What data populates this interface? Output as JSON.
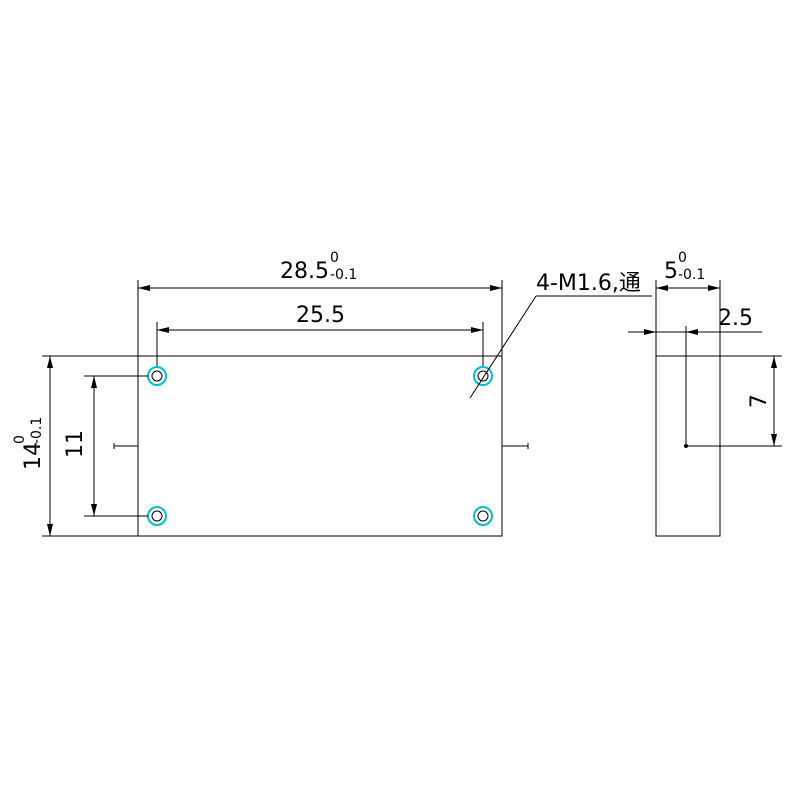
{
  "drawing": {
    "front_view": {
      "width_dim": {
        "value": "28.5",
        "tol_upper": "0",
        "tol_lower": "-0.1"
      },
      "hole_spacing_dim": {
        "value": "25.5"
      },
      "height_dim": {
        "value": "14",
        "tol_upper": "0",
        "tol_lower": "-0.1"
      },
      "hole_vertical_dim": {
        "value": "11"
      },
      "hole_callout": "4-M1.6,通"
    },
    "side_view": {
      "thickness_dim": {
        "value": "5",
        "tol_upper": "0",
        "tol_lower": "-0.1"
      },
      "offset_dim": {
        "value": "2.5"
      },
      "height_dim": {
        "value": "7"
      }
    },
    "colors": {
      "line": "#000000",
      "hole_accent": "#00bcd4"
    }
  }
}
